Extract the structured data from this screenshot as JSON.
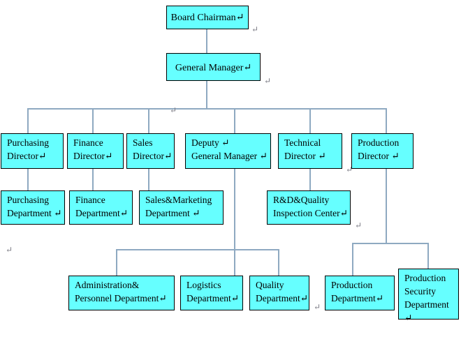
{
  "document": {
    "title": "Organization Chart",
    "pilcrow": "↵",
    "colors": {
      "box_fill": "#66ffff",
      "box_border": "#000000",
      "connector": "#8ea9c1",
      "text": "#000000",
      "page_background": "#ffffff"
    }
  },
  "chart_data": {
    "type": "diagram",
    "subtype": "organization-chart",
    "orientation": "top-down",
    "levels": 4,
    "node_count": 16,
    "nodes": [
      {
        "id": "board-chairman",
        "label": "Board Chairman↵",
        "level": 0,
        "parent": null
      },
      {
        "id": "general-manager",
        "label": "General Manager↵",
        "level": 1,
        "parent": "board-chairman"
      },
      {
        "id": "purchasing-director",
        "label": "Purchasing\nDirector↵",
        "level": 2,
        "parent": "general-manager"
      },
      {
        "id": "finance-director",
        "label": "Finance\nDirector↵",
        "level": 2,
        "parent": "general-manager"
      },
      {
        "id": "sales-director",
        "label": "Sales\nDirector↵",
        "level": 2,
        "parent": "general-manager"
      },
      {
        "id": "deputy-general-manager",
        "label": "Deputy  ↵\nGeneral Manager  ↵",
        "level": 2,
        "parent": "general-manager"
      },
      {
        "id": "technical-director",
        "label": "Technical\nDirector  ↵",
        "level": 2,
        "parent": "general-manager"
      },
      {
        "id": "production-director",
        "label": "Production\nDirector  ↵",
        "level": 2,
        "parent": "general-manager"
      },
      {
        "id": "purchasing-department",
        "label": "Purchasing\nDepartment  ↵",
        "level": 3,
        "parent": "purchasing-director"
      },
      {
        "id": "finance-department",
        "label": "Finance\nDepartment↵",
        "level": 3,
        "parent": "finance-director"
      },
      {
        "id": "sales-marketing-department",
        "label": "Sales&Marketing\nDepartment  ↵",
        "level": 3,
        "parent": "sales-director"
      },
      {
        "id": "rd-quality-inspection",
        "label": "R&D&Quality\nInspection Center↵",
        "level": 3,
        "parent": "technical-director"
      },
      {
        "id": "admin-personnel-department",
        "label": "Administration&\nPersonnel Department↵",
        "level": 4,
        "parent": "deputy-general-manager"
      },
      {
        "id": "logistics-department",
        "label": "Logistics\nDepartment↵",
        "level": 4,
        "parent": "deputy-general-manager"
      },
      {
        "id": "quality-department",
        "label": "Quality\nDepartment↵",
        "level": 4,
        "parent": "deputy-general-manager"
      },
      {
        "id": "production-department",
        "label": "Production\nDepartment↵",
        "level": 4,
        "parent": "production-director"
      },
      {
        "id": "production-security-department",
        "label": "Production\nSecurity\nDepartment  ↵",
        "level": 4,
        "parent": "production-director"
      }
    ]
  },
  "boxes": {
    "board_chairman": "Board Chairman↵",
    "general_manager": "General Manager↵",
    "purchasing_director": "Purchasing\nDirector↵",
    "finance_director": "Finance\nDirector↵",
    "sales_director": "Sales\nDirector↵",
    "deputy_general_manager": "Deputy  ↵\nGeneral Manager  ↵",
    "technical_director": "Technical\nDirector  ↵",
    "production_director": "Production\nDirector  ↵",
    "purchasing_department": "Purchasing\nDepartment  ↵",
    "finance_department": "Finance\nDepartment↵",
    "sales_marketing_department": "Sales&Marketing\nDepartment  ↵",
    "rd_quality_inspection_center": "R&D&Quality\nInspection Center↵",
    "admin_personnel_department": "Administration&\nPersonnel Department↵",
    "logistics_department": "Logistics\nDepartment↵",
    "quality_department": "Quality\nDepartment↵",
    "production_department": "Production\nDepartment↵",
    "production_security_department": "Production\nSecurity\nDepartment  ↵"
  },
  "loose_marks": {
    "after_board_chairman": "↵",
    "after_general_manager": "↵",
    "above_deputy_row": "↵",
    "right_of_technical_row": "↵",
    "after_rd_center": "↵",
    "left_margin": "↵",
    "right_of_production_director_row": "↵",
    "right_of_quality_department": "↵"
  }
}
